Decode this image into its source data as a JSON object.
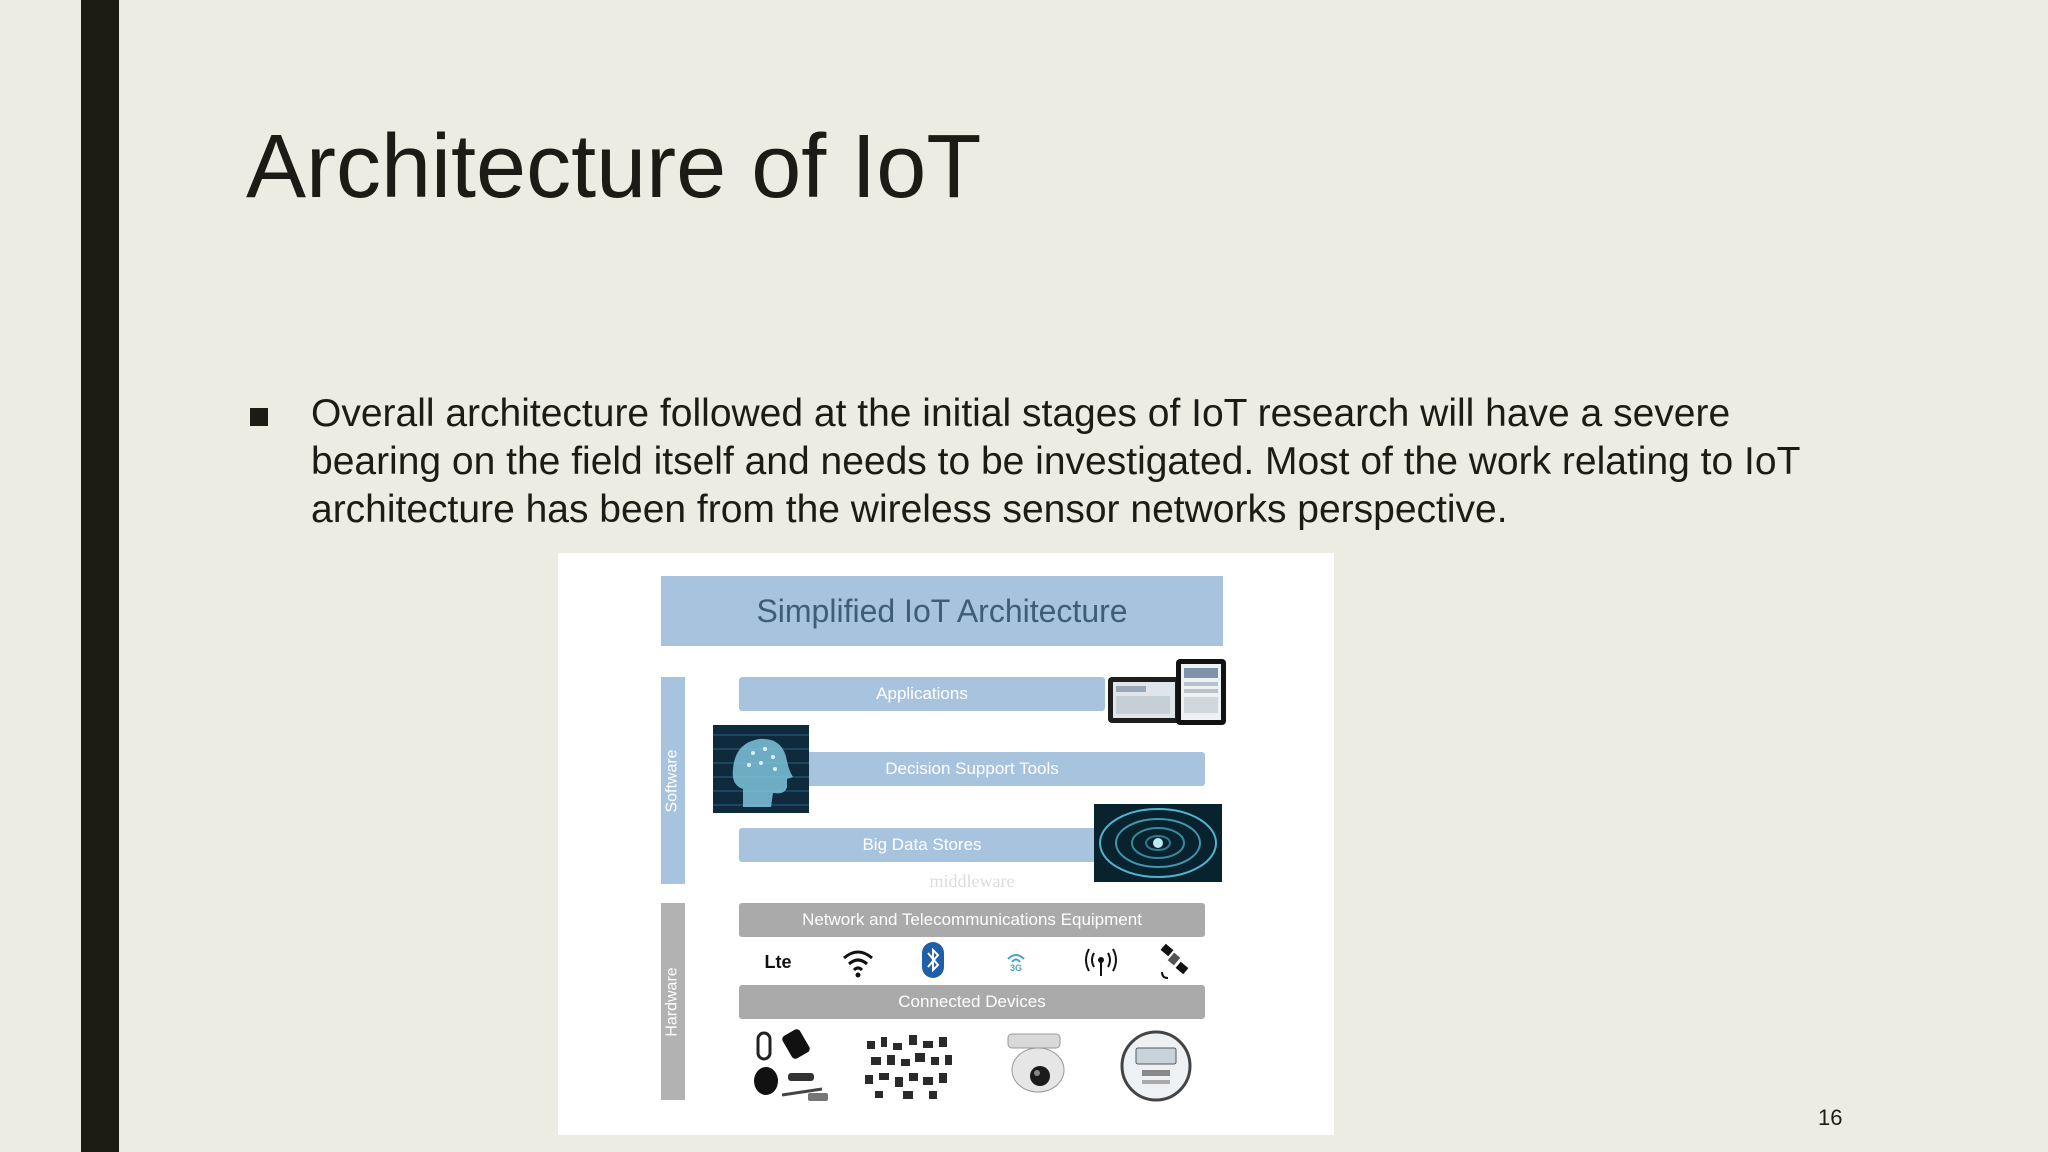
{
  "slide": {
    "title": "Architecture of IoT",
    "bullet": "Overall architecture followed at the initial stages of IoT research will have a severe bearing on the field itself and needs to be investigated. Most of the work relating to IoT architecture has been from the wireless sensor networks perspective.",
    "page_number": "16"
  },
  "diagram": {
    "title": "Simplified IoT Architecture",
    "software_label": "Software",
    "hardware_label": "Hardware",
    "middleware_label": "middleware",
    "layers": {
      "applications": "Applications",
      "decision_support": "Decision Support Tools",
      "big_data": "Big Data Stores",
      "network": "Network and Telecommunications Equipment",
      "connected_devices": "Connected Devices"
    },
    "network_icons": {
      "lte": "Lte",
      "threeg": "3G"
    },
    "colors": {
      "software_blue": "#a8c3de",
      "hardware_grey": "#aaaaaa",
      "title_text": "#3f5d7a"
    }
  }
}
